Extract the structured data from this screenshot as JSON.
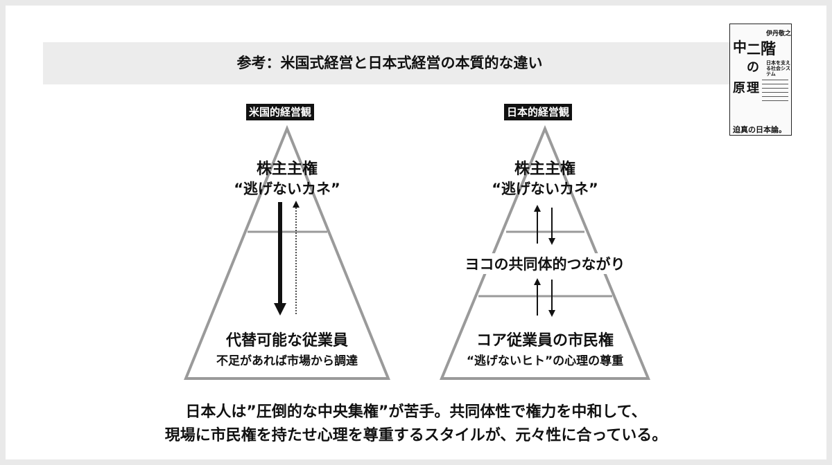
{
  "title": "参考：米国式経営と日本式経営の本質的な違い",
  "left": {
    "badge": "米国的経営観",
    "top_label": "株主主権",
    "top_sub": "“逃げないカネ”",
    "bottom_label": "代替可能な従業員",
    "bottom_sub": "不足があれば市場から調達"
  },
  "right": {
    "badge": "日本的経営観",
    "top_label": "株主主権",
    "top_sub": "“逃げないカネ”",
    "middle_label": "ヨコの共同体的つながり",
    "bottom_label": "コア従業員の市民権",
    "bottom_sub": "“逃げないヒト”の心理の尊重"
  },
  "conclusion": [
    "日本人は”圧倒的な中央集権”が苦手。共同体性で権力を中和して、",
    "現場に市民権を持たせ心理を尊重するスタイルが、元々性に合っている。"
  ],
  "book": {
    "author": "伊丹敬之",
    "title_chars": [
      "中",
      "二",
      "階",
      "の",
      "原",
      "理"
    ],
    "subtitle": "日本を支える社会システム",
    "tagline": "迫真の日本論。"
  },
  "colors": {
    "pyramid_stroke": "#9a9a9a",
    "arrow": "#111111",
    "title_bar": "#ececec"
  }
}
